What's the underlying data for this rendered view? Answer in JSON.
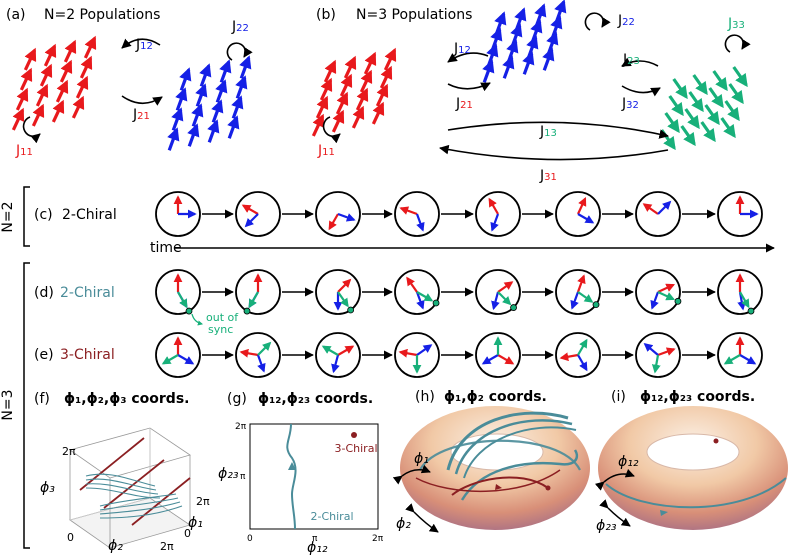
{
  "panel_a": {
    "letter": "(a)",
    "title": "N=2 Populations",
    "j12": {
      "base": "J",
      "sub": "12"
    },
    "j21": {
      "base": "J",
      "sub": "21"
    },
    "j22": {
      "base": "J",
      "sub": "22"
    },
    "j11": {
      "base": "J",
      "sub": "11"
    }
  },
  "panel_b": {
    "letter": "(b)",
    "title": "N=3 Populations",
    "j12": {
      "base": "J",
      "sub": "12"
    },
    "j21": {
      "base": "J",
      "sub": "21"
    },
    "j22": {
      "base": "J",
      "sub": "22"
    },
    "j23": {
      "base": "J",
      "sub": "23"
    },
    "j32": {
      "base": "J",
      "sub": "32"
    },
    "j33": {
      "base": "J",
      "sub": "33"
    },
    "j13": {
      "base": "J",
      "sub": "13"
    },
    "j31": {
      "base": "J",
      "sub": "31"
    },
    "j11": {
      "base": "J",
      "sub": "11"
    }
  },
  "colors": {
    "red": "#e8191c",
    "blue": "#1520e6",
    "green": "#18b07a",
    "teal": "#4a8c99",
    "maroon": "#8b1f22"
  },
  "bracket_n2": "N=2",
  "bracket_n3": "N=3",
  "row_c": {
    "letter": "(c)",
    "label": "2-Chiral"
  },
  "time_label": "time",
  "row_d": {
    "letter": "(d)",
    "label": "2-Chiral",
    "annotation_line1": "out of",
    "annotation_line2": "sync"
  },
  "row_e": {
    "letter": "(e)",
    "label": "3-Chiral"
  },
  "clock_rows": {
    "c": [
      [
        90,
        0
      ],
      [
        150,
        225
      ],
      [
        240,
        340
      ],
      [
        160,
        290
      ],
      [
        120,
        250
      ],
      [
        65,
        330
      ],
      [
        145,
        45
      ],
      [
        90,
        0
      ]
    ],
    "d": [
      [
        90,
        300,
        300
      ],
      [
        90,
        240,
        240
      ],
      [
        45,
        270,
        305
      ],
      [
        125,
        290,
        330
      ],
      [
        35,
        255,
        315
      ],
      [
        70,
        250,
        325
      ],
      [
        25,
        250,
        335
      ],
      [
        90,
        280,
        300
      ]
    ],
    "e": [
      [
        90,
        330,
        210
      ],
      [
        170,
        290,
        45
      ],
      [
        30,
        255,
        150
      ],
      [
        170,
        35,
        270
      ],
      [
        330,
        210,
        90
      ],
      [
        190,
        300,
        60
      ],
      [
        20,
        140,
        260
      ],
      [
        90,
        330,
        210
      ]
    ]
  },
  "panel_f": {
    "letter": "(f)",
    "title": "ϕ₁,ϕ₂,ϕ₃ coords.",
    "y_tick": "2π",
    "x_tick0": "0",
    "x_tick1": "2π",
    "z_tick0": "0",
    "z_tick1": "2π",
    "xlabel": "ϕ₂",
    "ylabel": "ϕ₃",
    "zlabel": "ϕ₁"
  },
  "panel_g": {
    "letter": "(g)",
    "title": "ϕ₁₂,ϕ₂₃ coords.",
    "y_tick_top": "2π",
    "y_tick_mid": "π",
    "x_tick0": "0",
    "x_tick_mid": "π",
    "x_tick_end": "2π",
    "ylabel": "ϕ₂₃",
    "xlabel": "ϕ₁₂",
    "label_3chiral": "3-Chiral",
    "label_2chiral": "2-Chiral"
  },
  "panel_h": {
    "letter": "(h)",
    "title": "ϕ₁,ϕ₂ coords.",
    "phi1": "ϕ₁",
    "phi2": "ϕ₂"
  },
  "panel_i": {
    "letter": "(i)",
    "title": "ϕ₁₂,ϕ₂₃ coords.",
    "phi12": "ϕ₁₂",
    "phi23": "ϕ₂₃"
  }
}
